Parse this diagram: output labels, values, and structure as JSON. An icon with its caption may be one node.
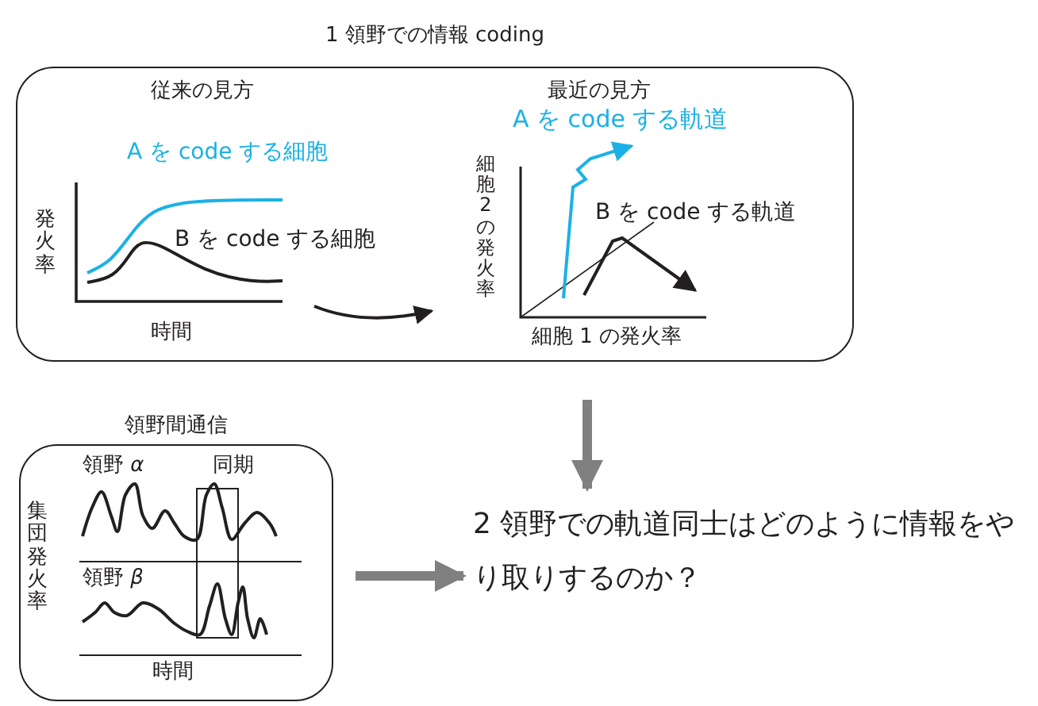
{
  "diagram": {
    "nodes": [
      {
        "text": [
          "1 領野での情報 coding"
        ]
      },
      {
        "text": [
          "領野間通信"
        ]
      },
      {
        "text": [
          "2 領野での軌道同士はどのように情報をやり取りするのか？"
        ]
      }
    ],
    "edges": [
      {
        "from": 0,
        "to": 2,
        "arrow": "to"
      },
      {
        "from": 1,
        "to": 2,
        "arrow": "to"
      }
    ],
    "labels": [
      "従来の見方",
      "A を code する細胞",
      "発火率",
      "B を code する細胞",
      "時間",
      "最近の見方",
      "A を code する軌道",
      "細胞 2 の発火率",
      "B を code する軌道",
      "細胞 1 の発火率",
      "領野 *α*",
      "同期",
      "集団発火率",
      "領野 *β*",
      "時間"
    ]
  }
}
